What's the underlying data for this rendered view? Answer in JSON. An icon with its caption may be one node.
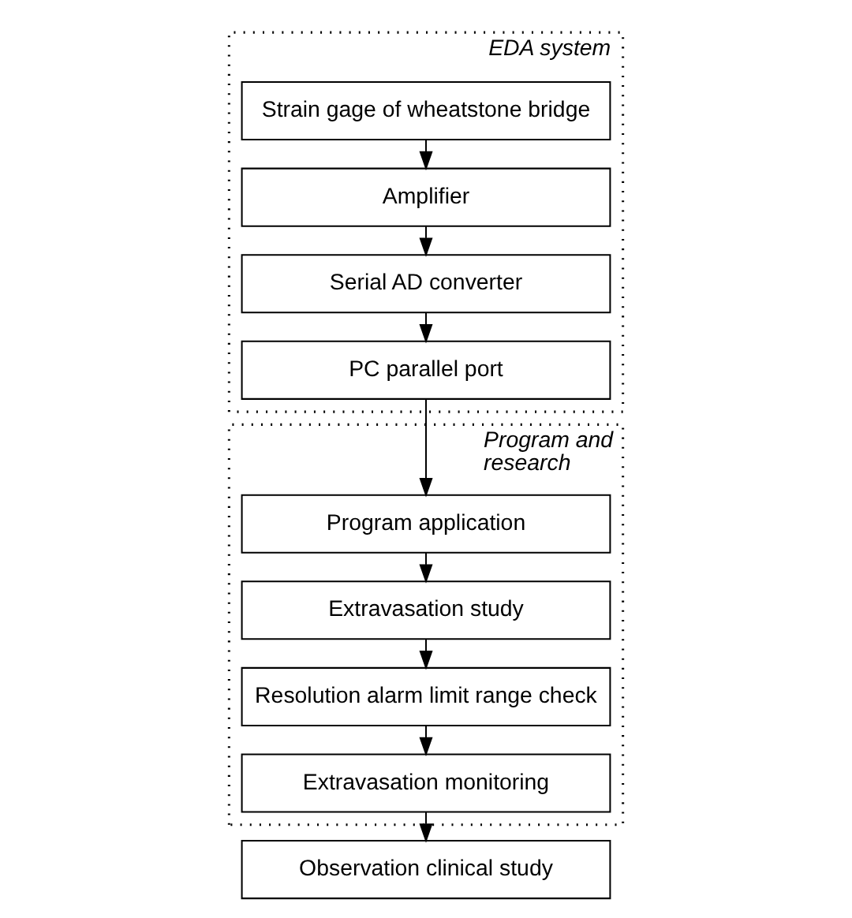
{
  "diagram": {
    "nodes": [
      {
        "text": [
          "EDA system"
        ]
      },
      {
        "text": [
          "Strain gage of wheatstone bridge"
        ],
        "in": 0
      },
      {
        "text": [
          "Amplifier"
        ],
        "in": 0
      },
      {
        "text": [
          "Serial AD converter"
        ],
        "in": 0
      },
      {
        "text": [
          "PC parallel port"
        ],
        "in": 0
      },
      {
        "text": [
          "Program and research"
        ]
      },
      {
        "text": [
          "Program application"
        ],
        "in": 5
      },
      {
        "text": [
          "Extravasation study"
        ],
        "in": 5
      },
      {
        "text": [
          "Resolution alarm limit range check"
        ],
        "in": 5
      },
      {
        "text": [
          "Extravasation monitoring"
        ],
        "in": 5
      },
      {
        "text": [
          "Observation clinical study"
        ]
      }
    ],
    "edges": [
      {
        "from": 1,
        "to": 2,
        "arrow": "to"
      },
      {
        "from": 2,
        "to": 3,
        "arrow": "to"
      },
      {
        "from": 3,
        "to": 4,
        "arrow": "to"
      },
      {
        "from": 4,
        "to": 6,
        "arrow": "to"
      },
      {
        "from": 6,
        "to": 7,
        "arrow": "to"
      },
      {
        "from": 7,
        "to": 8,
        "arrow": "to"
      },
      {
        "from": 8,
        "to": 9,
        "arrow": "to"
      },
      {
        "from": 9,
        "to": 10,
        "arrow": "to"
      }
    ]
  }
}
